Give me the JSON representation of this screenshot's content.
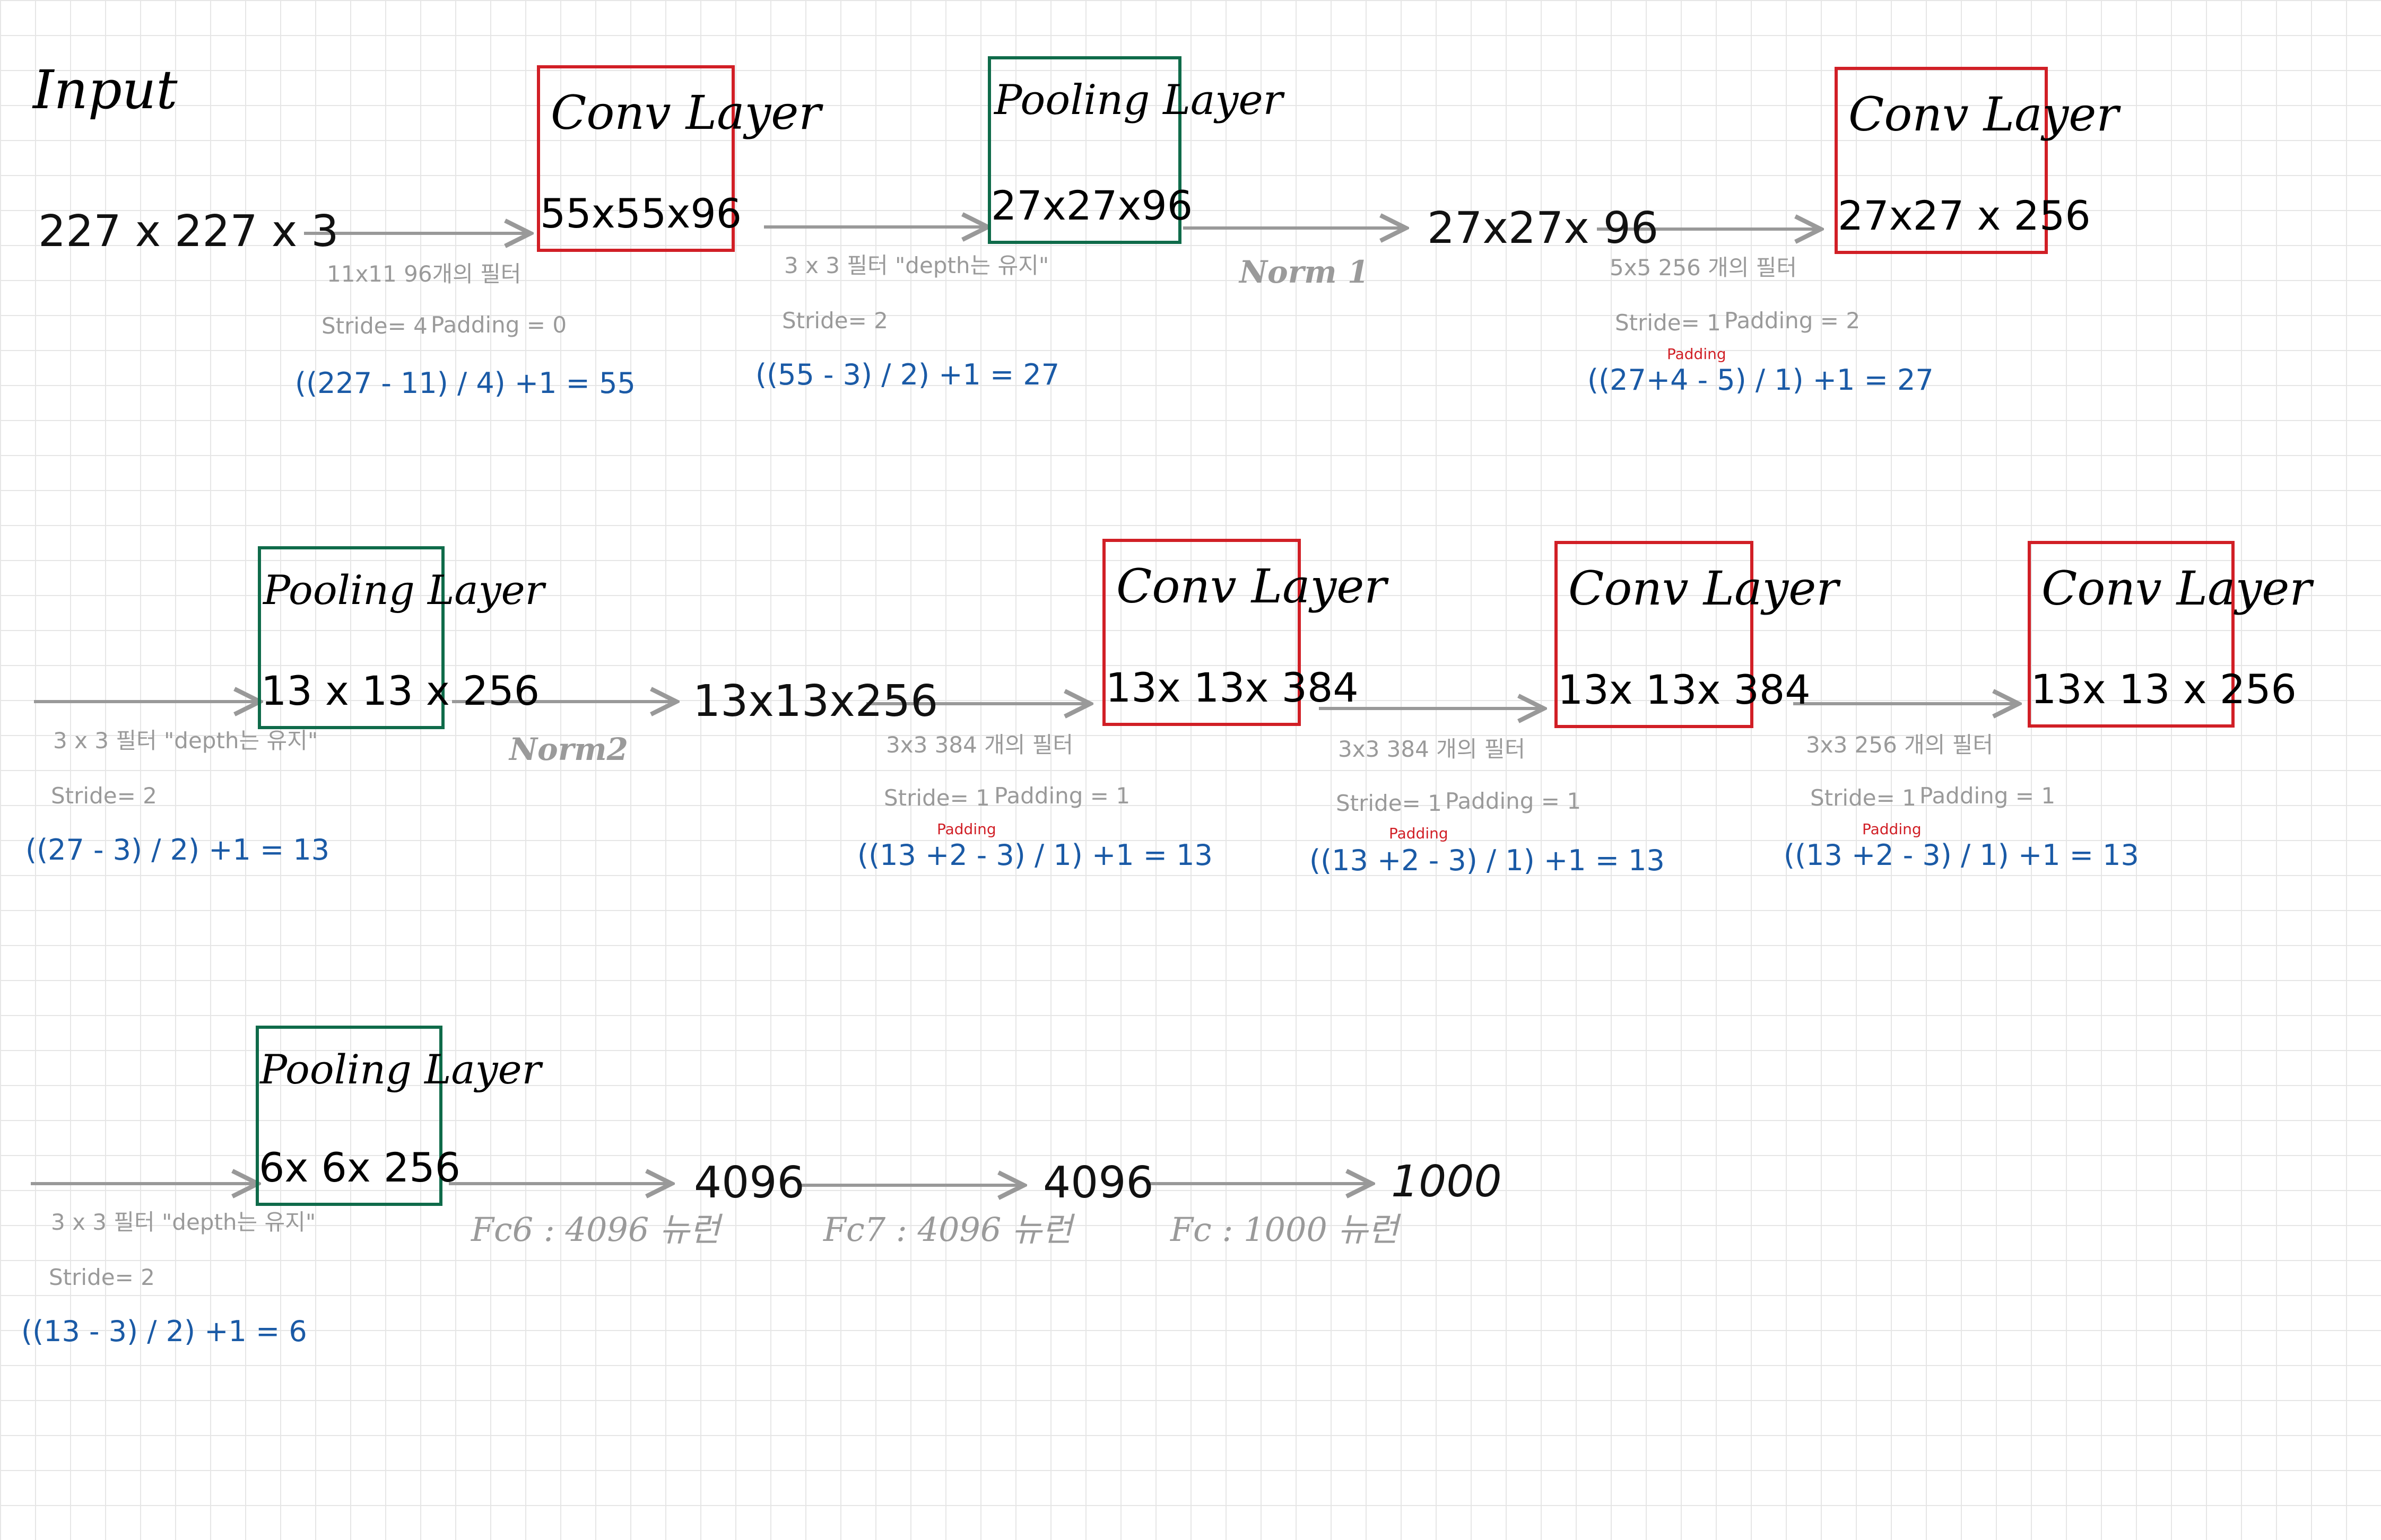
{
  "input_label": "Input",
  "input_dims": "227 x 227 x 3",
  "conv_label": "Conv Layer",
  "pool_label": "Pooling Layer",
  "boxes": [
    {
      "dims": "55x55x96"
    },
    {
      "dims": "27x27x96"
    },
    {
      "dims": "27x27 x 256"
    },
    {
      "dims": "13 x 13 x 256"
    },
    {
      "dims": "13x 13x 384"
    },
    {
      "dims": "13x 13x 384"
    },
    {
      "dims": "13x 13 x 256"
    },
    {
      "dims": "6x 6x 256"
    }
  ],
  "dims_texts": [
    "27x27x 96",
    "13x13x256",
    "4096",
    "4096",
    "1000"
  ],
  "norms": [
    "Norm 1",
    "Norm2"
  ],
  "notes": {
    "conv1_filter": "11x11  96개의 필터",
    "conv1_stride": "Stride= 4",
    "conv1_padding": "Padding = 0",
    "conv1_formula": "((227 - 11) / 4) +1 = 55",
    "pool1_filter": "3 x 3  필터 \"depth는 유지\"",
    "pool1_stride": "Stride= 2",
    "pool1_formula": "((55 - 3) / 2) +1 = 27",
    "conv2_filter": "5x5   256 개의 필터",
    "conv2_stride": "Stride= 1",
    "conv2_padding": "Padding = 2",
    "conv2_formula": "((27+4 - 5) / 1) +1 = 27",
    "pool2_filter": "3 x 3  필터 \"depth는 유지\"",
    "pool2_stride": "Stride= 2",
    "pool2_formula": "((27 - 3) / 2) +1 = 13",
    "conv3_filter": "3x3   384 개의 필터",
    "conv3_stride": "Stride= 1",
    "conv3_padding": "Padding = 1",
    "conv3_formula": "((13 +2 - 3) / 1) +1 = 13",
    "conv4_filter": "3x3   384 개의 필터",
    "conv4_stride": "Stride= 1",
    "conv4_padding": "Padding = 1",
    "conv4_formula": "((13 +2 - 3) / 1) +1 = 13",
    "conv5_filter": "3x3   256 개의 필터",
    "conv5_stride": "Stride= 1",
    "conv5_padding": "Padding = 1",
    "conv5_formula": "((13 +2 - 3) / 1) +1 = 13",
    "pool3_filter": "3 x 3  필터 \"depth는 유지\"",
    "pool3_stride": "Stride= 2",
    "pool3_formula": "((13 - 3) / 2) +1 = 6",
    "padding_tag": "Padding"
  },
  "fc": [
    "Fc6 : 4096 뉴런",
    "Fc7 : 4096 뉴런",
    "Fc : 1000 뉴런"
  ],
  "colors": {
    "conv": "#d11f26",
    "pool": "#0f6b4a",
    "formula": "#1a5aa6",
    "arrow": "#999999"
  }
}
